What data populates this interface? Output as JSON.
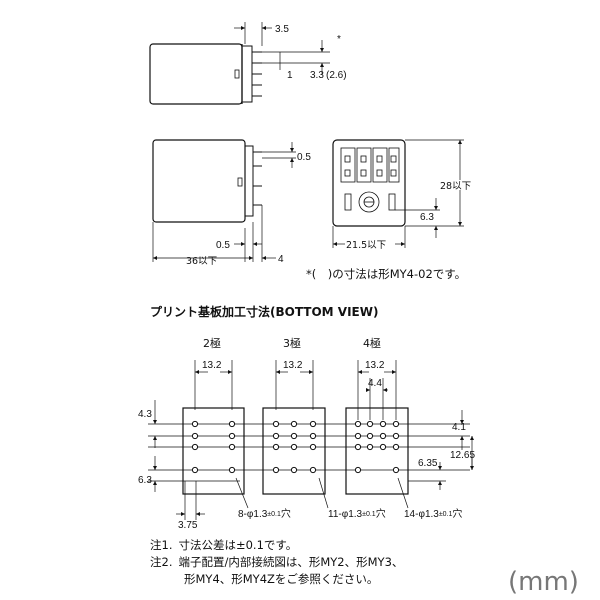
{
  "top_view": {
    "dim_pin_length": "3.5",
    "dim_pin_offset": "1",
    "dim_pitch": "3.3",
    "dim_pitch_alt": "(2.6)",
    "asterisk": "*"
  },
  "side_view": {
    "dim_pin_width": "0.5",
    "dim_body_length": "36以下",
    "dim_pin_bottom": "0.5",
    "dim_pin_tip": "4"
  },
  "end_view": {
    "dim_height": "28以下",
    "dim_width": "21.5以下",
    "dim_offset": "6.3"
  },
  "footnote_star": "*(　)の寸法は形MY4-02です。",
  "pcb_title": "プリント基板加工寸法(BOTTOM VIEW)",
  "pcb": {
    "pole2": {
      "label": "2極",
      "width": "13.2",
      "hole_spec": "8-φ1.3",
      "tol": "±0.1",
      "suffix": "穴"
    },
    "pole3": {
      "label": "3極",
      "width": "13.2",
      "hole_spec": "11-φ1.3",
      "tol": "±0.1",
      "suffix": "穴"
    },
    "pole4": {
      "label": "4極",
      "width": "13.2",
      "inner": "4.4",
      "hole_spec": "14-φ1.3",
      "tol": "±0.1",
      "suffix": "穴"
    },
    "dim_row_top": "4.3",
    "dim_row_bottom": "6.3",
    "dim_col_offset": "3.75",
    "dim_right_4_1": "4.1",
    "dim_right_12_65": "12.65",
    "dim_right_6_35": "6.35"
  },
  "notes": {
    "n1_prefix": "注1.",
    "n1_text": "寸法公差は±0.1です。",
    "n2_prefix": "注2.",
    "n2_line1": "端子配置/内部接続図は、形MY2、形MY3、",
    "n2_line2": "形MY4、形MY4Zをご参照ください。"
  },
  "unit_label": "(mm)"
}
